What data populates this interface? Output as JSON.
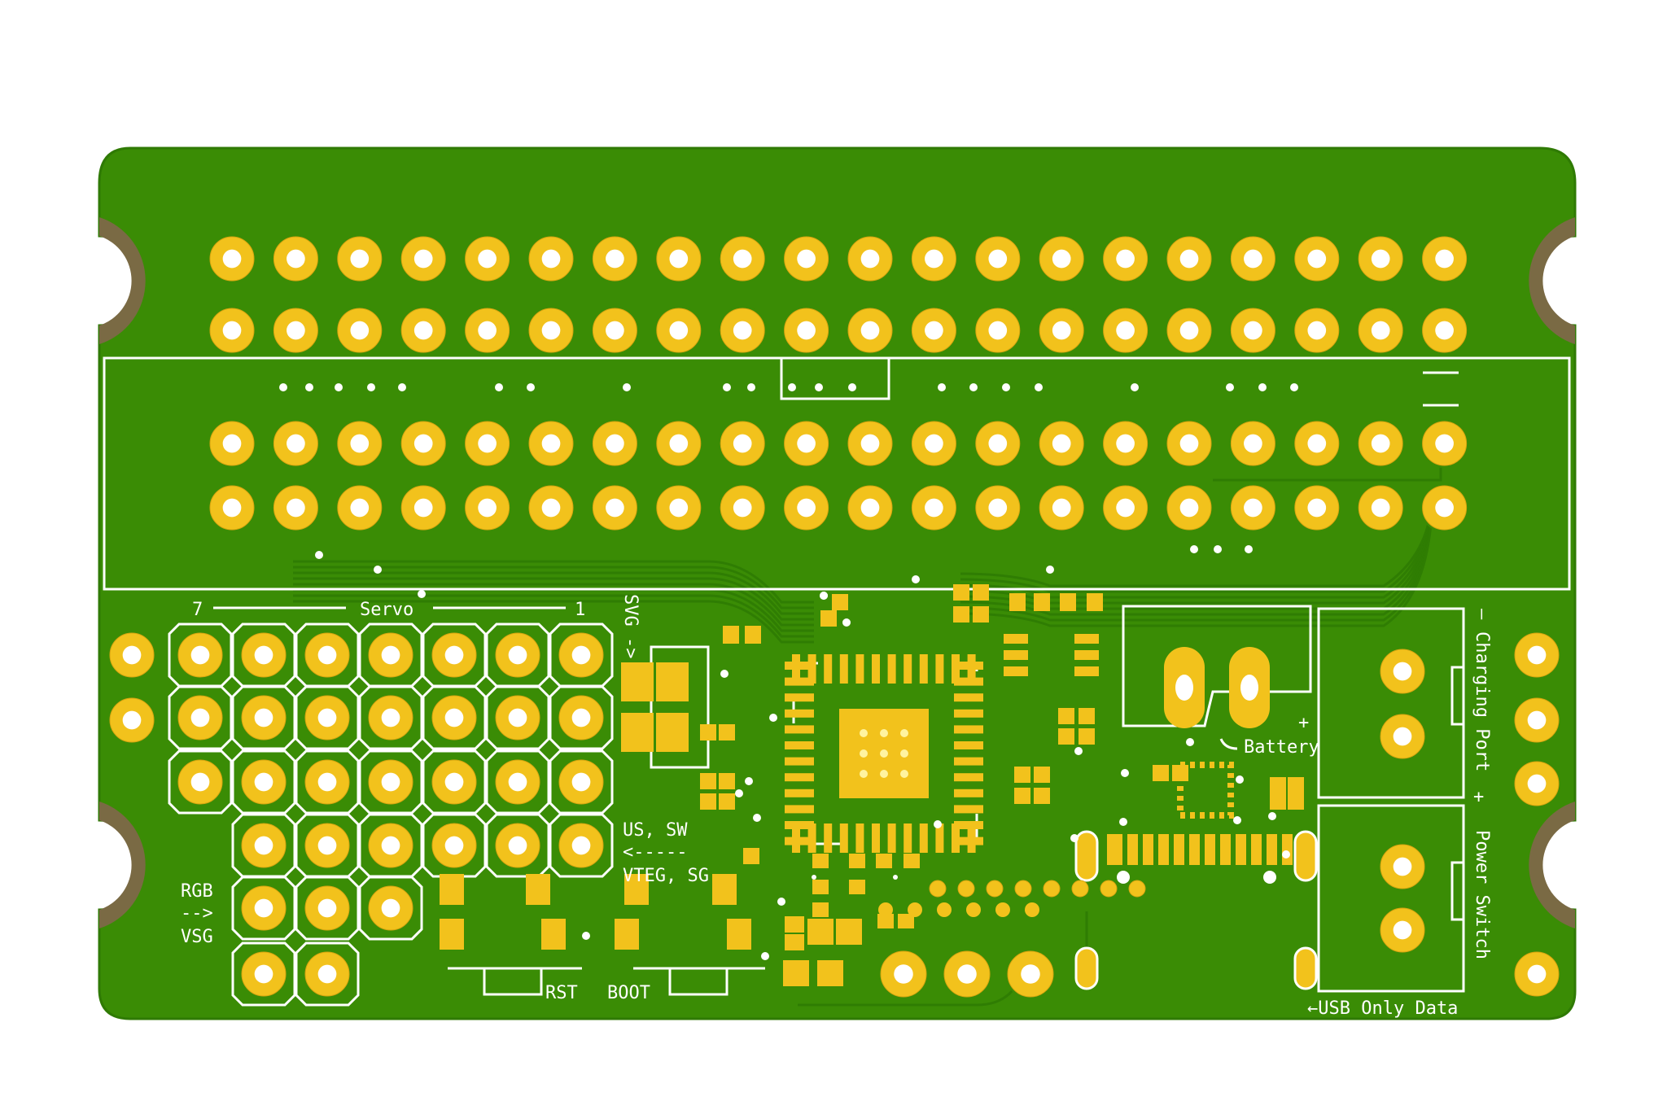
{
  "colors": {
    "board": "#3a8c05",
    "board_edge": "#2f7a04",
    "trace": "#2f7d03",
    "pad": "#f2c21c",
    "pad_edge": "#d8a510",
    "silk": "#ffffff",
    "cutout": "#7a6a44",
    "background": "#ffffff"
  },
  "labels": {
    "servo": "Servo",
    "servo_start": "7",
    "servo_end": "1",
    "svg_vertical": "SVG ->",
    "us_sw": "US, SW",
    "arrow_left": "<-----",
    "vteg_sg": "VTEG, SG",
    "rgb": "RGB",
    "rgb_arrow": "-->",
    "vsg": "VSG",
    "rst": "RST",
    "boot": "BOOT",
    "battery": "Battery",
    "battery_plus": "+",
    "charging_port": "Charging Port",
    "power_switch": "Power Switch",
    "usb_only_data": "←USB Only Data",
    "minus_sign": "–",
    "plus_sign": "+"
  },
  "icons": {
    "battery_arrow": "battery-pointer-icon",
    "usb_arrow": "left-arrow-icon"
  }
}
